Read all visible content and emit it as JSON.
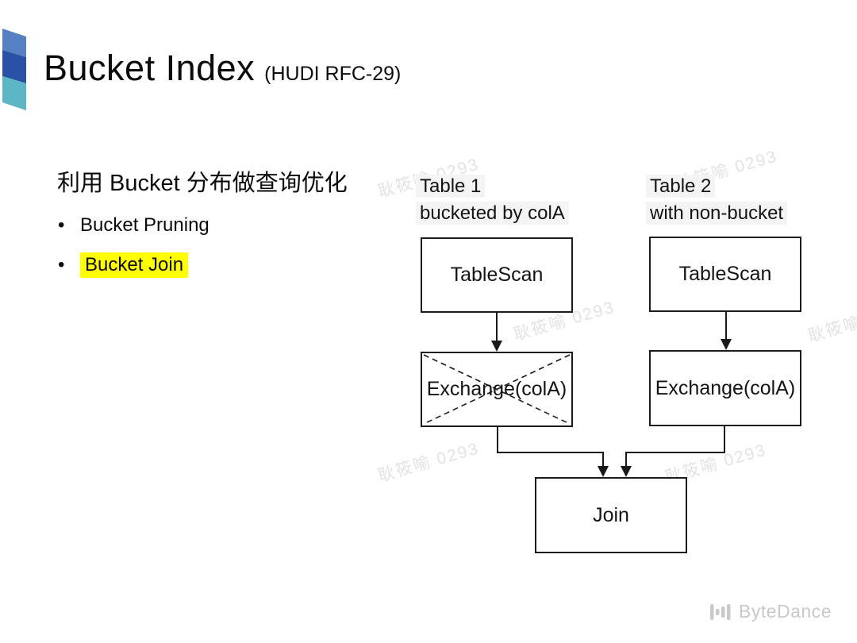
{
  "slide": {
    "title": "Bucket Index",
    "title_suffix": "(HUDI RFC-29)",
    "heading": "利用 Bucket 分布做查询优化",
    "bullets": [
      {
        "label": "Bucket Pruning",
        "highlighted": false
      },
      {
        "label": "Bucket Join",
        "highlighted": true
      }
    ],
    "highlight_color": "#ffff00"
  },
  "diagram": {
    "watermark_text": "耿筱喻 0293",
    "watermark_color": "#e3e3e3",
    "columns": [
      {
        "title": "Table 1",
        "subtitle": "bucketed by colA",
        "scan_label": "TableScan",
        "exchange_label": "Exchange(colA)",
        "exchange_eliminated": true
      },
      {
        "title": "Table 2",
        "subtitle": "with non-bucket",
        "scan_label": "TableScan",
        "exchange_label": "Exchange(colA)",
        "exchange_eliminated": false
      }
    ],
    "join_label": "Join",
    "line_color": "#1a1a1a"
  },
  "footer": {
    "brand": "ByteDance",
    "brand_color": "#c9c9cd"
  },
  "decoration": {
    "ribbon_colors": [
      "#5581c3",
      "#2b51a7",
      "#5cb6c3"
    ]
  }
}
